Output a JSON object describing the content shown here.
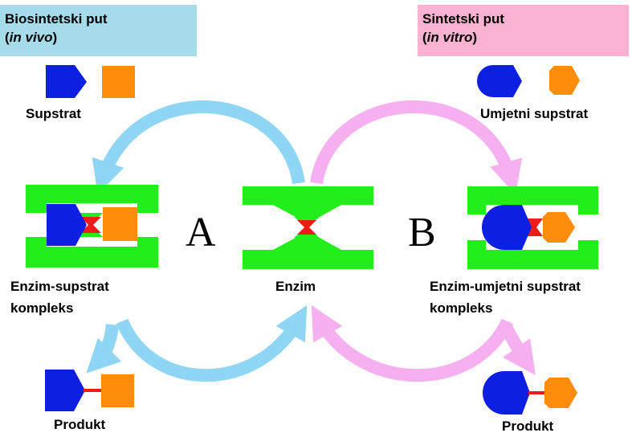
{
  "left_header": {
    "title": "Biosintetski put",
    "paren_open": "(",
    "mode": "in vivo",
    "paren_close": ")",
    "bg_color": "#a6dcea"
  },
  "right_header": {
    "title": "Sintetski put",
    "paren_open": "(",
    "mode": "in vitro",
    "paren_close": ")",
    "bg_color": "#f9b2d2"
  },
  "labels": {
    "substrate": "Supstrat",
    "artificial_substrate": "Umjetni supstrat",
    "es_complex_line1": "Enzim-supstrat",
    "es_complex_line2": "kompleks",
    "enzyme": "Enzim",
    "eas_complex_line1": "Enzim-umjetni supstrat",
    "eas_complex_line2": "kompleks",
    "product_left": "Produkt",
    "product_right": "Produkt"
  },
  "pathway_letters": {
    "a": "A",
    "b": "B"
  },
  "colors": {
    "enzyme_green": "#21ee1a",
    "substrate_blue": "#0d1fe0",
    "substrate_orange": "#ff8c0a",
    "bond_red": "#ee1b1b",
    "arrow_blue": "#8fd6f4",
    "arrow_pink": "#f6b0ef"
  }
}
